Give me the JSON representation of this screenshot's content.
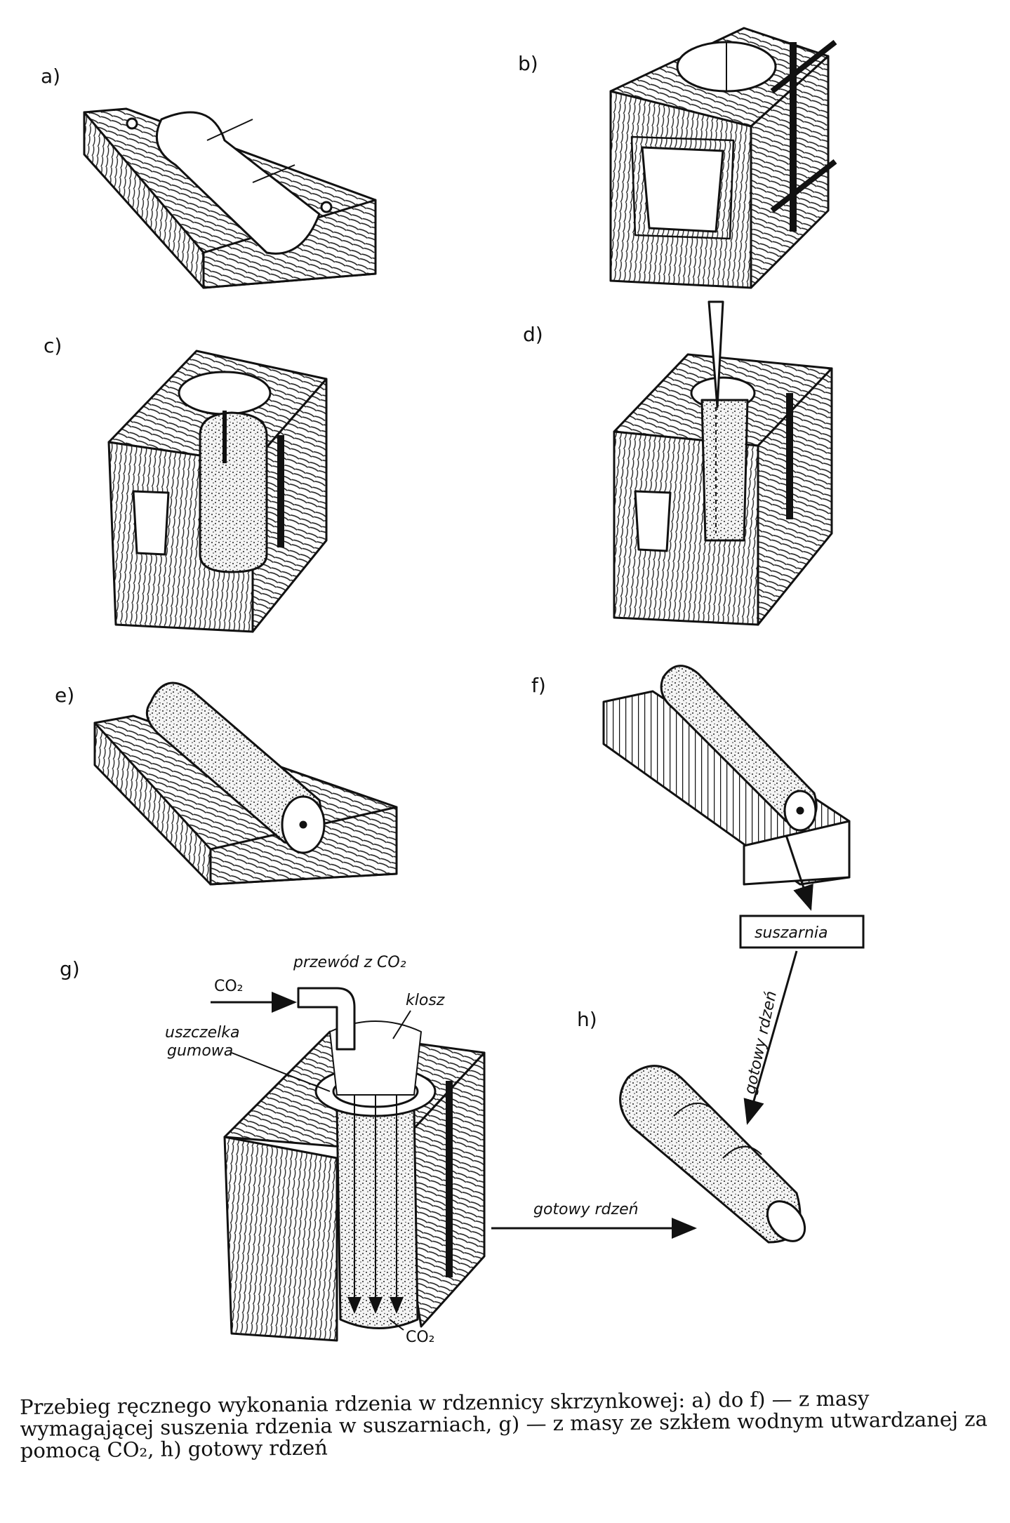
{
  "panels": {
    "a": {
      "label": "a)"
    },
    "b": {
      "label": "b)"
    },
    "c": {
      "label": "c)"
    },
    "d": {
      "label": "d)"
    },
    "e": {
      "label": "e)"
    },
    "f": {
      "label": "f)"
    },
    "g": {
      "label": "g)"
    },
    "h": {
      "label": "h)"
    }
  },
  "annotations": {
    "gas_supply_line": "przewód z CO₂",
    "co2_inlet": "CO₂",
    "hood": "klosz",
    "rubber_seal": "uszczelka\ngumowa",
    "co2_outlet": "CO₂",
    "dryer": "suszarnia",
    "finished_core_diag": "gotowy rdzeń",
    "finished_core_horizontal": "gotowy rdzeń"
  },
  "caption": "Przebieg ręcznego wykonania rdzenia w rdzennicy skrzynkowej: a) do f) — z masy wymagającej suszenia rdzenia w suszarniach, g) — z masy ze szkłem wodnym utwardzanej za pomocą CO₂, h) gotowy rdzeń"
}
